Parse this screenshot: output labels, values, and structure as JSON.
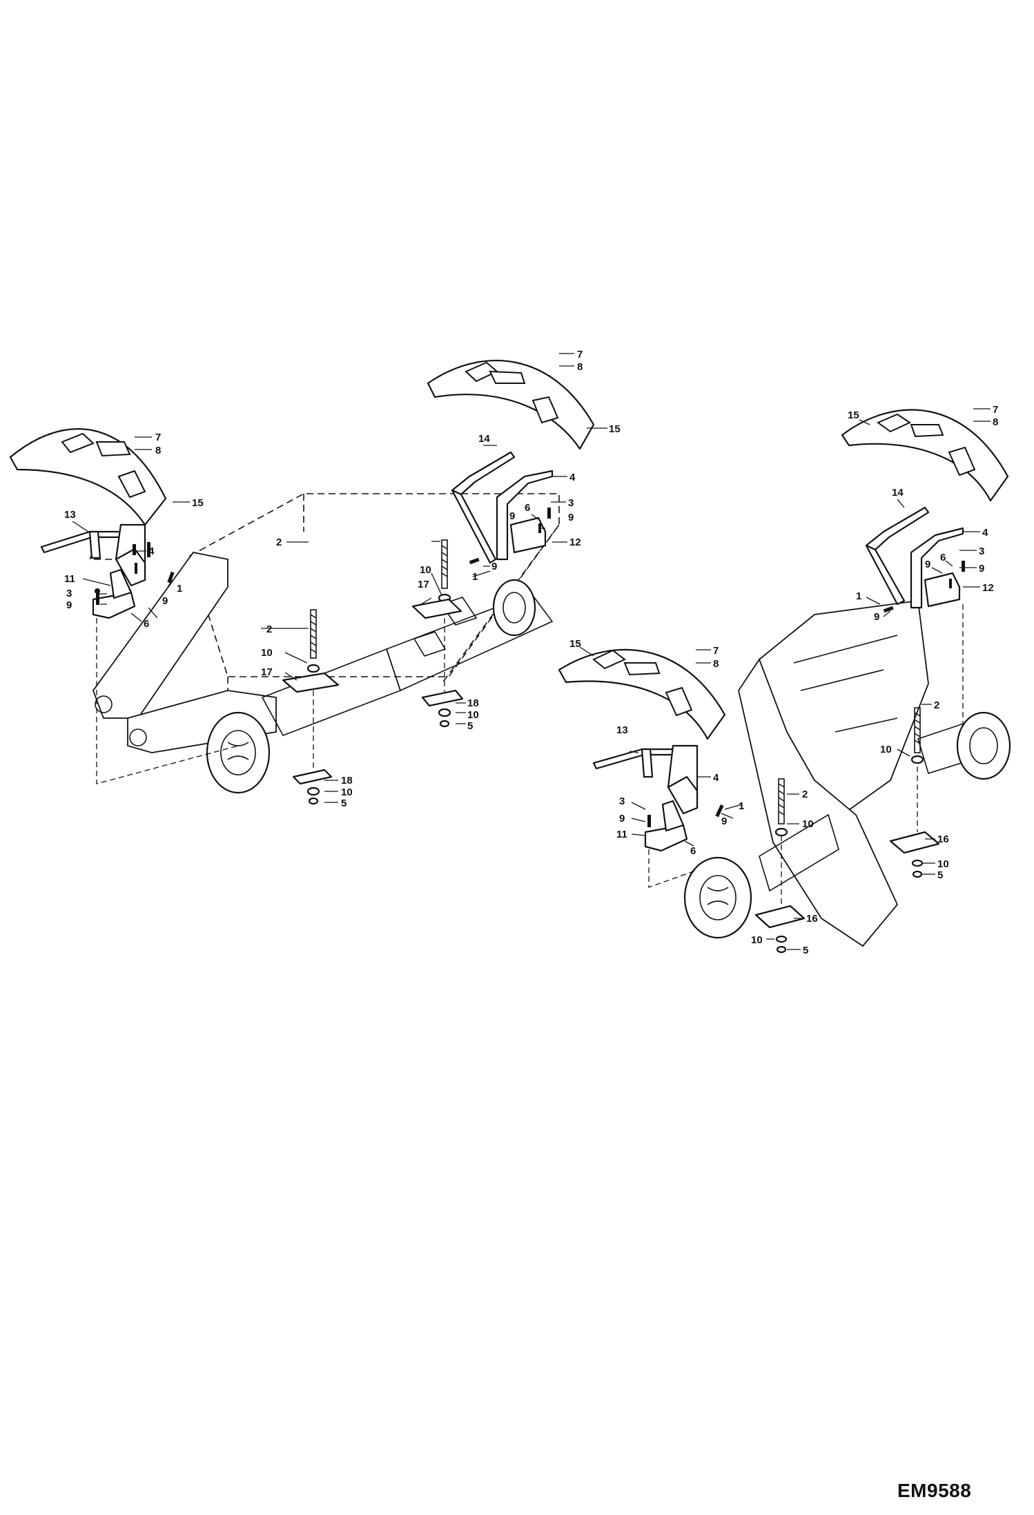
{
  "drawing": {
    "code": "EM9588"
  },
  "callouts": {
    "l_fender_7": "7",
    "l_fender_8": "8",
    "l_fender_15": "15",
    "l_13": "13",
    "l_4": "4",
    "l_11": "11",
    "l_3": "3",
    "l_9a": "9",
    "l_9b": "9",
    "l_1": "1",
    "l_6": "6",
    "c_2a": "2",
    "c_10a": "10",
    "c_17a": "17",
    "c_2b": "2",
    "c_10b": "10",
    "c_17b": "17",
    "c_18a": "18",
    "c_10c": "10",
    "c_5a": "5",
    "c_18b": "18",
    "c_10d": "10",
    "c_5b": "5",
    "m_7": "7",
    "m_8": "8",
    "m_15": "15",
    "m_14": "14",
    "m_4": "4",
    "m_3": "3",
    "m_6": "6",
    "m_9a": "9",
    "m_9b": "9",
    "m_12": "12",
    "m_9c": "9",
    "m_1": "1",
    "r_15": "15",
    "r_7": "7",
    "r_8": "8",
    "r_14": "14",
    "r_4": "4",
    "r_3": "3",
    "r_6": "6",
    "r_9a": "9",
    "r_9b": "9",
    "r_12": "12",
    "r_1": "1",
    "r_9c": "9",
    "rl_15": "15",
    "rl_7": "7",
    "rl_8": "8",
    "rl_13": "13",
    "rl_4": "4",
    "rl_3": "3",
    "rl_9a": "9",
    "rl_11": "11",
    "rl_6": "6",
    "rl_9b": "9",
    "rl_1": "1",
    "rl_2": "2",
    "rl_10a": "10",
    "rl_16a": "16",
    "rl_10b": "10",
    "rl_5a": "5",
    "rr_2": "2",
    "rr_10": "10",
    "rr_16": "16",
    "rr_10b": "10",
    "rr_5": "5"
  }
}
